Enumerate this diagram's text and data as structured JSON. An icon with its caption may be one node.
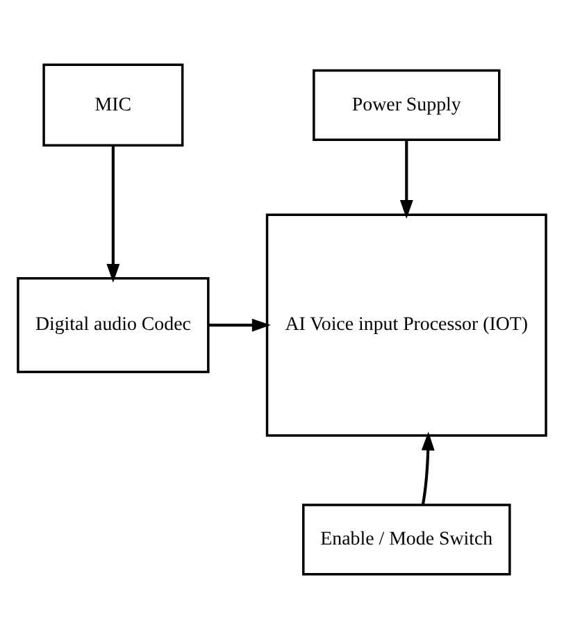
{
  "diagram": {
    "nodes": [
      {
        "text": [
          "Power Supply"
        ]
      },
      {
        "text": [
          "MIC"
        ]
      },
      {
        "text": [
          "Digital audio Codec"
        ]
      },
      {
        "text": [
          "AI Voice input Processor (IOT)"
        ]
      },
      {
        "text": [
          "Enable / Mode Switch"
        ]
      }
    ],
    "edges": [
      {
        "from": 0,
        "to": 3,
        "arrow": "to"
      },
      {
        "from": 1,
        "to": 2,
        "arrow": "to"
      },
      {
        "from": 2,
        "to": 3,
        "arrow": "to"
      },
      {
        "from": 4,
        "to": 3,
        "arrow": "to"
      }
    ]
  }
}
